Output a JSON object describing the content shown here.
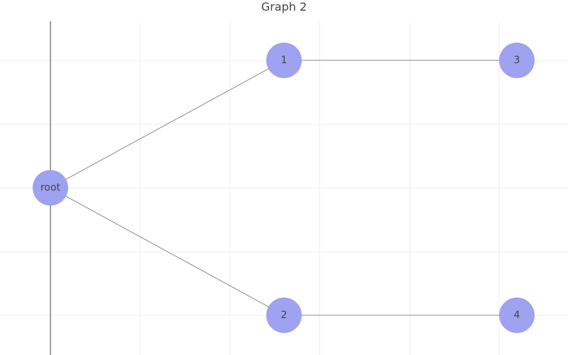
{
  "title": "Graph 2",
  "colors": {
    "node_fill": "#9ea2f0",
    "edge": "#888888",
    "grid": "#eeeeee",
    "axis": "#444444",
    "text": "#444444"
  },
  "nodes": [
    {
      "id": "root",
      "label": "root",
      "level": 0,
      "row": 0.5
    },
    {
      "id": "1",
      "label": "1",
      "level": 1,
      "row": 0
    },
    {
      "id": "2",
      "label": "2",
      "level": 1,
      "row": 1
    },
    {
      "id": "3",
      "label": "3",
      "level": 2,
      "row": 0
    },
    {
      "id": "4",
      "label": "4",
      "level": 2,
      "row": 1
    }
  ],
  "edges": [
    {
      "from": "root",
      "to": "1"
    },
    {
      "from": "root",
      "to": "2"
    },
    {
      "from": "1",
      "to": "3"
    },
    {
      "from": "2",
      "to": "4"
    }
  ]
}
